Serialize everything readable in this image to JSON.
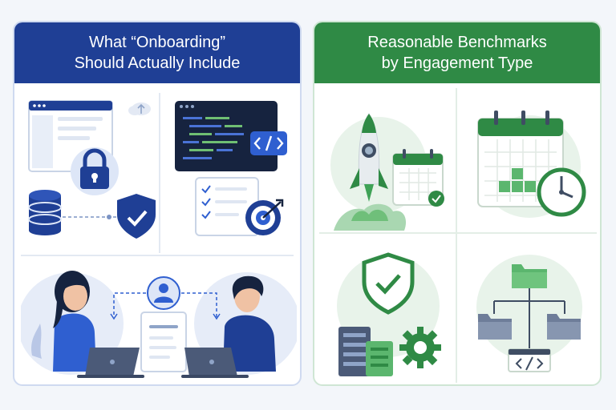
{
  "left_panel": {
    "title_line1": "What “Onboarding”",
    "title_line2": "Should Actually Include",
    "accent_color": "#1f3f95",
    "icons": [
      "lock-icon",
      "cloud-upload-icon",
      "database-icon",
      "shield-check-icon",
      "code-brackets-icon",
      "checklist-icon",
      "target-icon",
      "user-icon"
    ]
  },
  "right_panel": {
    "title_line1": "Reasonable Benchmarks",
    "title_line2": "by Engagement Type",
    "accent_color": "#2f8a45",
    "icons": [
      "rocket-icon",
      "calendar-check-icon",
      "calendar-icon",
      "clock-icon",
      "shield-check-icon",
      "server-icon",
      "gear-icon",
      "folder-icon",
      "code-brackets-icon"
    ]
  }
}
